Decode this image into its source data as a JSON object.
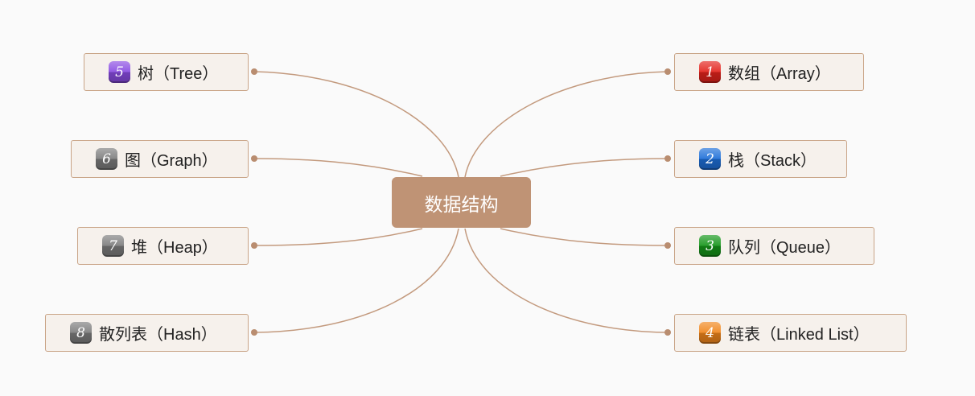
{
  "central": {
    "label": "数据结构",
    "color": "#bf9375"
  },
  "branches": [
    {
      "priority": "1",
      "label": "数组（Array）",
      "icon_color": "#e3231c"
    },
    {
      "priority": "2",
      "label": "栈（Stack）",
      "icon_color": "#1e6fd8"
    },
    {
      "priority": "3",
      "label": "队列（Queue）",
      "icon_color": "#16961a"
    },
    {
      "priority": "4",
      "label": "链表（Linked List）",
      "icon_color": "#f0861c"
    },
    {
      "priority": "5",
      "label": "树（Tree）",
      "icon_color": "#8a4ce2"
    },
    {
      "priority": "6",
      "label": "图（Graph）",
      "icon_color": "#7d7d7d"
    },
    {
      "priority": "7",
      "label": "堆（Heap）",
      "icon_color": "#7d7d7d"
    },
    {
      "priority": "8",
      "label": "散列表（Hash）",
      "icon_color": "#7d7d7d"
    }
  ],
  "colors": {
    "background": "#fafafa",
    "connector": "#c39a7e",
    "topic_fill": "#f6f1ec",
    "topic_border": "#c9a487"
  }
}
